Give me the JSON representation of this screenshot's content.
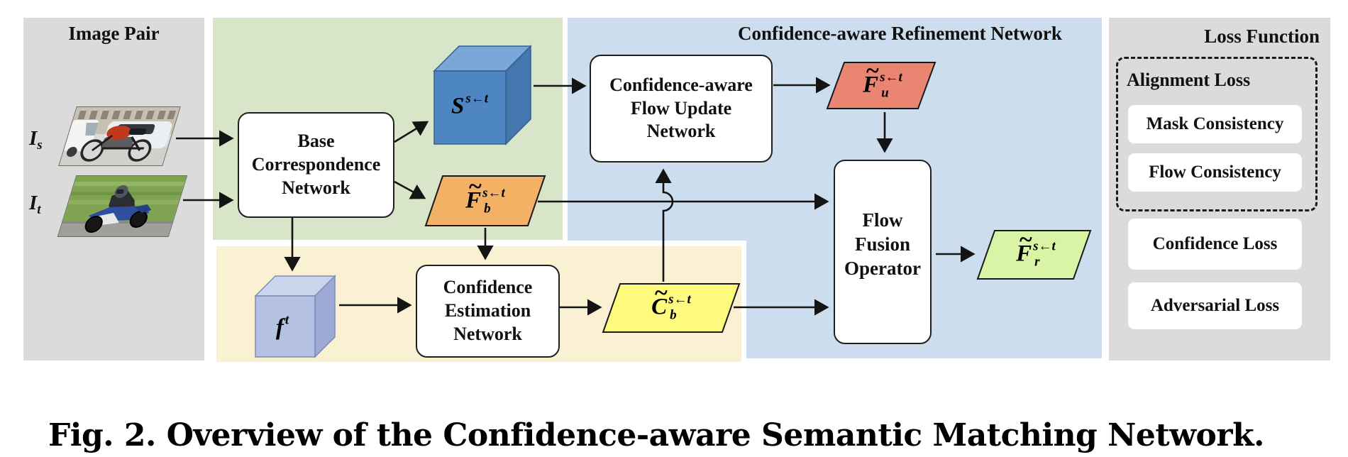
{
  "caption": "Fig. 2. Overview of the Confidence-aware Semantic Matching Network.",
  "colors": {
    "panel_gray": "#dbdbdb",
    "panel_green": "#d8e5c9",
    "panel_blue": "#ccdded",
    "panel_cream": "#faf0d2",
    "cube_s_front": "#4e86c4",
    "cube_s_top": "#7ba6d8",
    "cube_s_side": "#4377ad",
    "cube_f_front": "#b4c1e3",
    "cube_f_top": "#cbd4ed",
    "cube_f_side": "#9dabd4",
    "para_orange": "#f2b165",
    "para_salmon": "#ea8571",
    "para_yellow": "#fdfa7e",
    "para_green": "#d8f4a4"
  },
  "image_pair": {
    "title": "Image Pair",
    "source_label": {
      "base": "I",
      "sub": "s"
    },
    "target_label": {
      "base": "I",
      "sub": "t"
    },
    "source_photo": "street-motorcycle-photo",
    "target_photo": "racing-motorcycle-photo"
  },
  "refinement_title": "Confidence-aware Refinement Network",
  "boxes": {
    "base": {
      "lines": [
        "Base",
        "Correspondence",
        "Network"
      ]
    },
    "update": {
      "lines": [
        "Confidence-aware",
        "Flow Update",
        "Network"
      ]
    },
    "estimation": {
      "lines": [
        "Confidence",
        "Estimation",
        "Network"
      ]
    },
    "fusion": {
      "lines": [
        "Flow",
        "Fusion",
        "Operator"
      ]
    }
  },
  "tensors": {
    "score": {
      "base": "S",
      "tilde": "",
      "sup": "s←t",
      "sub": ""
    },
    "feature": {
      "base": "f",
      "tilde": "",
      "sup": "t",
      "sub": ""
    },
    "flow_base": {
      "base": "F",
      "tilde": "~",
      "sup": "s←t",
      "sub": "b"
    },
    "flow_update": {
      "base": "F",
      "tilde": "~",
      "sup": "s←t",
      "sub": "u"
    },
    "flow_refined": {
      "base": "F",
      "tilde": "~",
      "sup": "s←t",
      "sub": "r"
    },
    "confidence": {
      "base": "C",
      "tilde": "~",
      "sup": "s←t",
      "sub": "b"
    }
  },
  "loss": {
    "title": "Loss Function",
    "alignment": {
      "label": "Alignment Loss",
      "items": [
        "Mask Consistency",
        "Flow Consistency"
      ]
    },
    "items": [
      "Confidence Loss",
      "Adversarial Loss"
    ]
  }
}
